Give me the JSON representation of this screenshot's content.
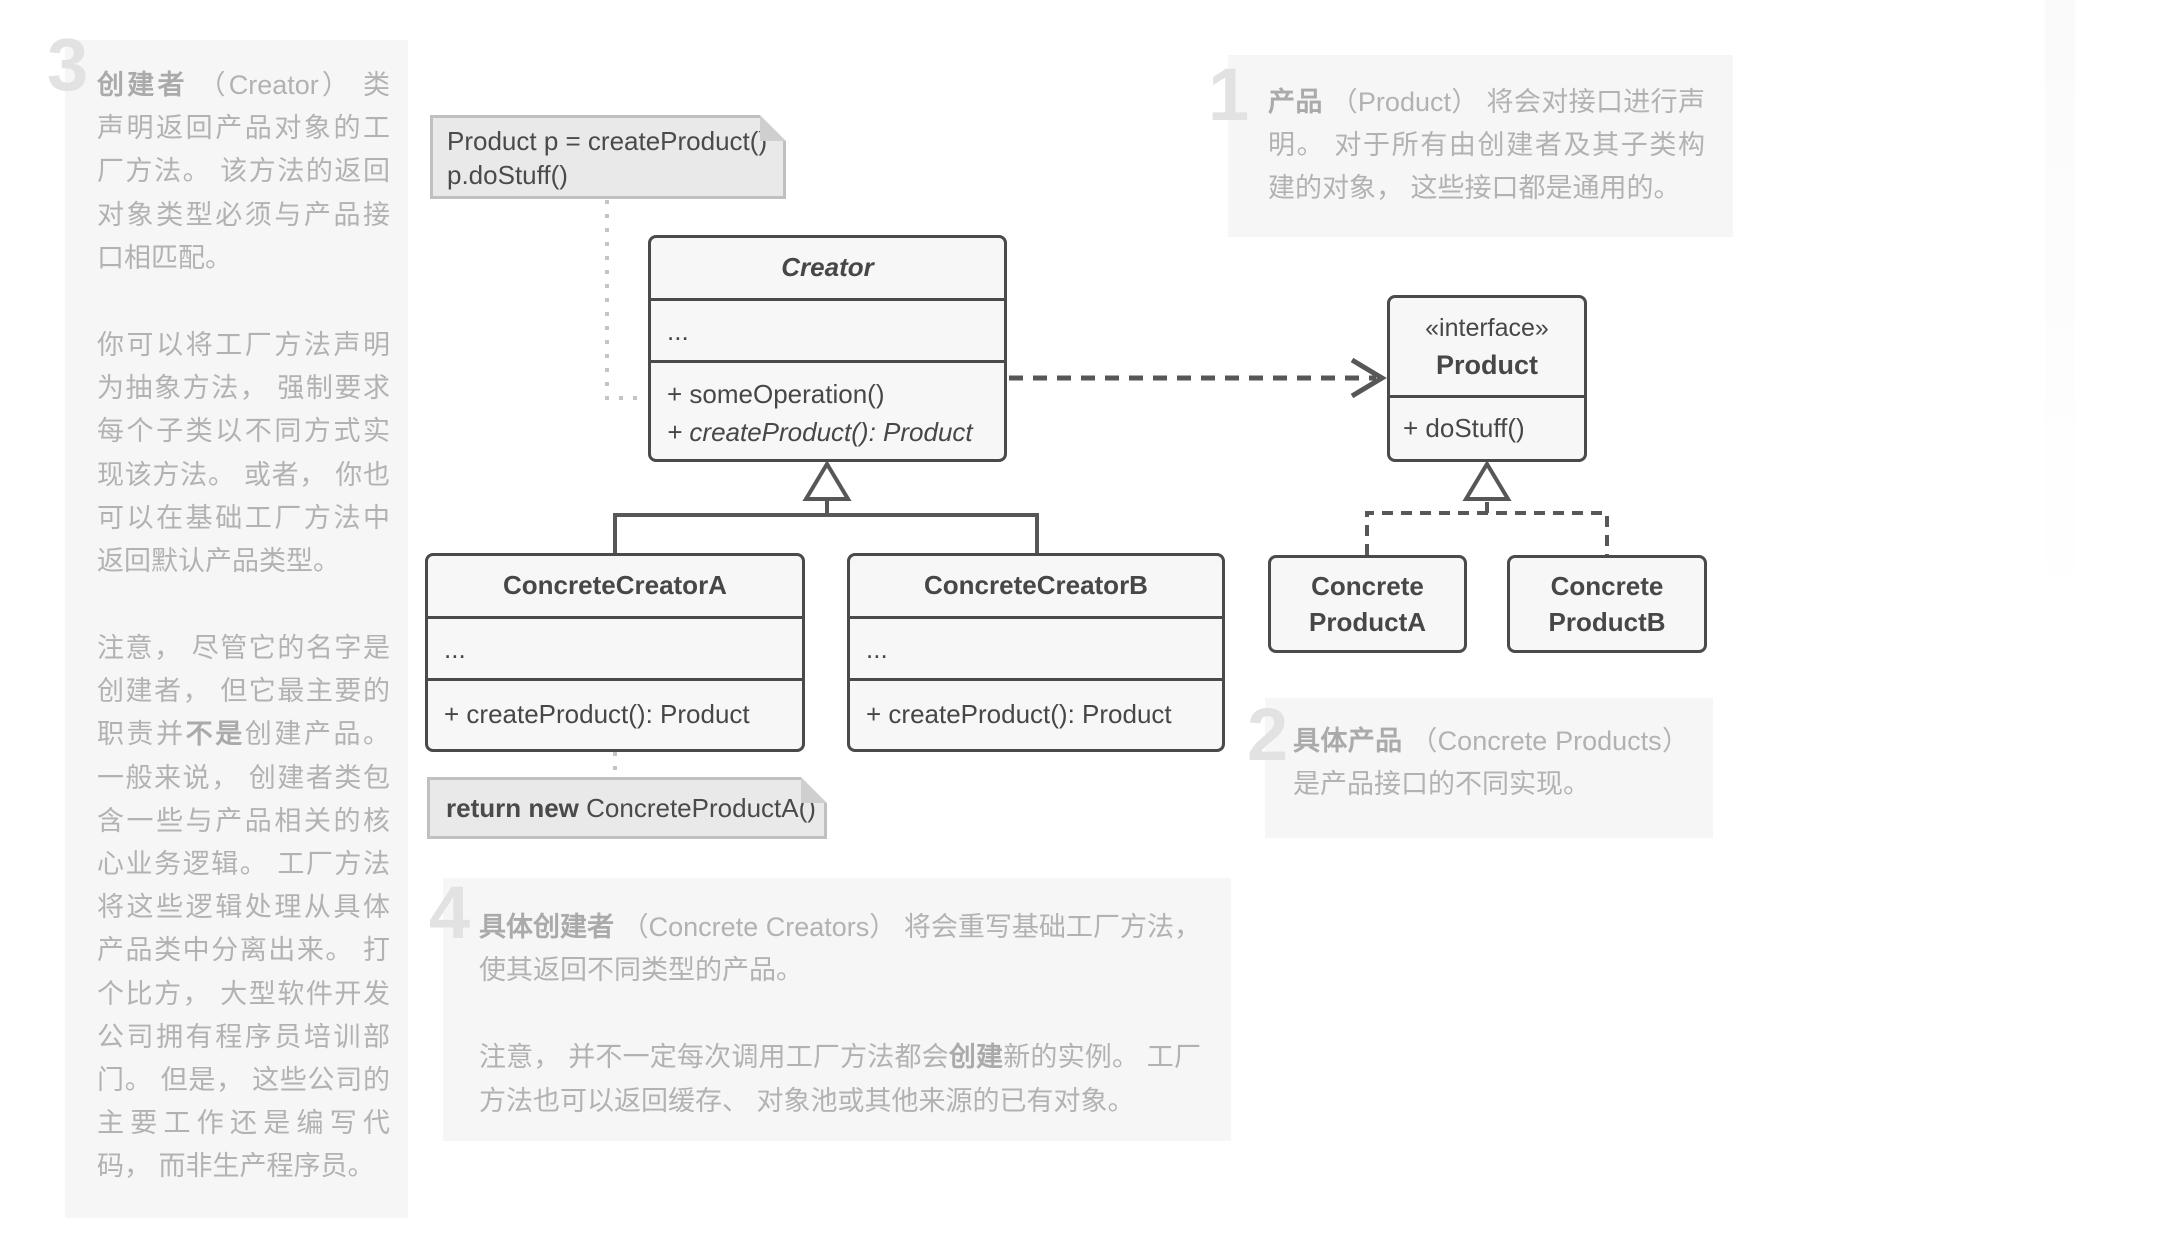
{
  "colors": {
    "box_border": "#4a4a4a",
    "box_fill": "#f7f7f7",
    "note_fill": "#e9e9e9",
    "note_border": "#c0c0c0",
    "block_fill": "#f6f6f6",
    "muted_text": "#b2b2b2",
    "numeral": "#e2e2e2",
    "line_dark": "#575757",
    "line_light": "#c4c4c4"
  },
  "steps": {
    "s1": {
      "number": "1",
      "segments": [
        {
          "t": "产品",
          "b": true
        },
        {
          "t": " （Product） 将会对接口进行声明。 对于所有由创建者及其子类构建的对象， 这些接口都是通用的。"
        }
      ]
    },
    "s2": {
      "number": "2",
      "segments": [
        {
          "t": "具体产品",
          "b": true
        },
        {
          "t": " （Concrete Products） 是产品接口的不同实现。"
        }
      ]
    },
    "s3": {
      "number": "3",
      "paragraphs": [
        [
          {
            "t": "创建者",
            "b": true
          },
          {
            "t": " （Creator） 类声明返回产品对象的工厂方法。 该方法的返回对象类型必须与产品接口相匹配。"
          }
        ],
        [
          {
            "t": "你可以将工厂方法声明为抽象方法， 强制要求每个子类以不同方式实现该方法。 或者， 你也可以在基础工厂方法中返回默认产品类型。"
          }
        ],
        [
          {
            "t": "注意， 尽管它的名字是创建者， 但它最主要的职责并"
          },
          {
            "t": "不是",
            "b": true
          },
          {
            "t": "创建产品。 一般来说， 创建者类包含一些与产品相关的核心业务逻辑。 工厂方法将这些逻辑处理从具体产品类中分离出来。 打个比方， 大型软件开发公司拥有程序员培训部门。 但是， 这些公司的主要工作还是编写代码， 而非生产程序员。"
          }
        ]
      ]
    },
    "s4": {
      "number": "4",
      "paragraphs": [
        [
          {
            "t": "具体创建者",
            "b": true
          },
          {
            "t": " （Concrete Creators） 将会重写基础工厂方法， 使其返回不同类型的产品。"
          }
        ],
        [
          {
            "t": "注意， 并不一定每次调用工厂方法都会"
          },
          {
            "t": "创建",
            "b": true
          },
          {
            "t": "新的实例。 工厂方法也可以返回缓存、 对象池或其他来源的已有对象。"
          }
        ]
      ]
    }
  },
  "notes": {
    "call": {
      "line1": "Product p = createProduct()",
      "line2": "p.doStuff()"
    },
    "return": {
      "segments": [
        {
          "t": "return new",
          "b": true
        },
        {
          "t": " ConcreteProductA()"
        }
      ]
    }
  },
  "classes": {
    "creator": {
      "title": "Creator",
      "attrs": "...",
      "method1": "+ someOperation()",
      "method2": "+ createProduct(): Product"
    },
    "product": {
      "stereotype": "«interface»",
      "title": "Product",
      "method1": "+ doStuff()"
    },
    "concreteCreatorA": {
      "title": "ConcreteCreatorA",
      "attrs": "...",
      "method1": "+ createProduct(): Product"
    },
    "concreteCreatorB": {
      "title": "ConcreteCreatorB",
      "attrs": "...",
      "method1": "+ createProduct(): Product"
    },
    "concreteProductA": {
      "line1": "Concrete",
      "line2": "ProductA"
    },
    "concreteProductB": {
      "line1": "Concrete",
      "line2": "ProductB"
    }
  }
}
